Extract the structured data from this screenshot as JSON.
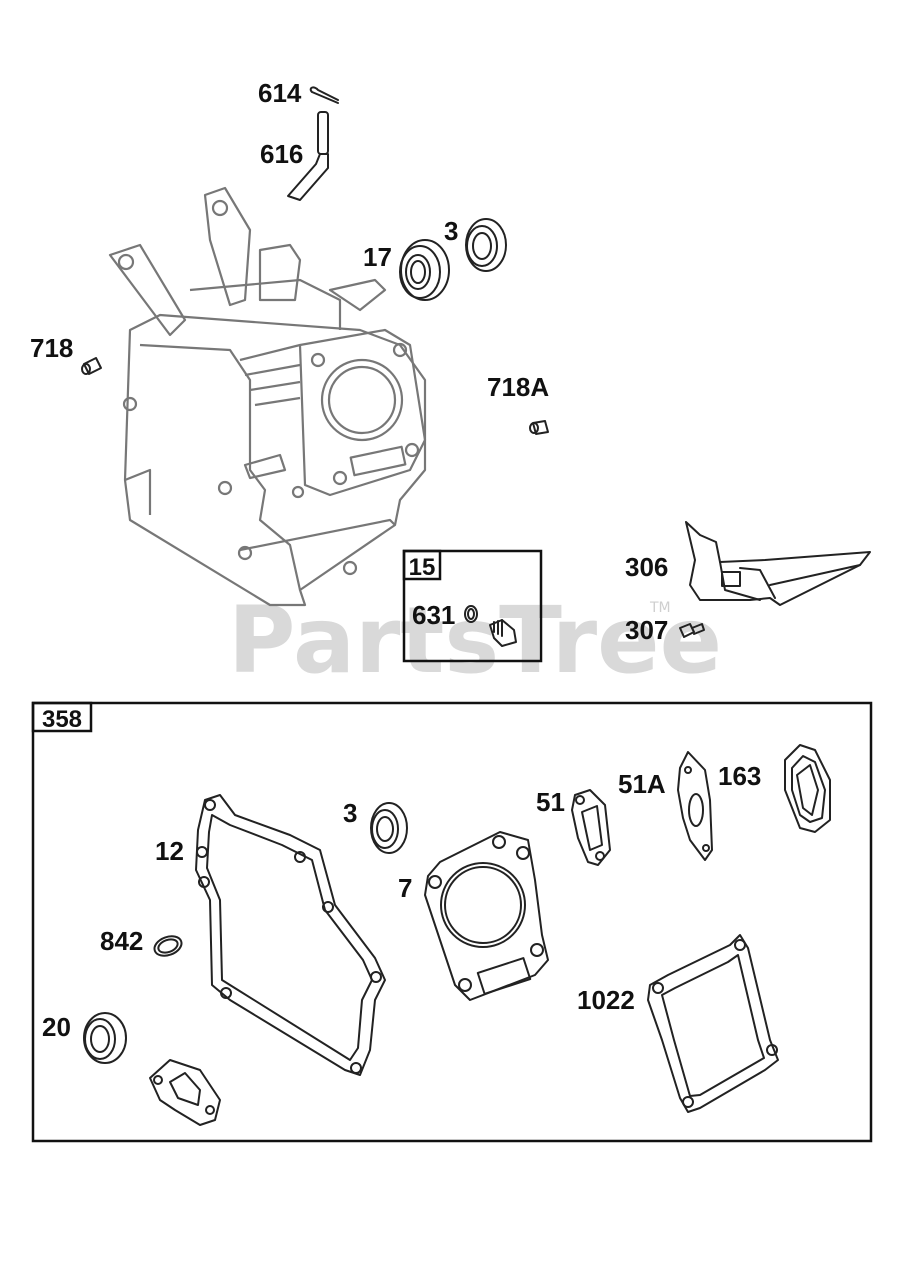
{
  "watermark": {
    "text": "PartsTree",
    "tm": "TM"
  },
  "callouts": [
    {
      "id": "614",
      "text": "614"
    },
    {
      "id": "616",
      "text": "616"
    },
    {
      "id": "3-top",
      "text": "3"
    },
    {
      "id": "17",
      "text": "17"
    },
    {
      "id": "718",
      "text": "718"
    },
    {
      "id": "718A",
      "text": "718A"
    },
    {
      "id": "306",
      "text": "306"
    },
    {
      "id": "307",
      "text": "307"
    },
    {
      "id": "631",
      "text": "631"
    },
    {
      "id": "3-kit",
      "text": "3"
    },
    {
      "id": "51",
      "text": "51"
    },
    {
      "id": "51A",
      "text": "51A"
    },
    {
      "id": "163",
      "text": "163"
    },
    {
      "id": "12",
      "text": "12"
    },
    {
      "id": "7",
      "text": "7"
    },
    {
      "id": "842",
      "text": "842"
    },
    {
      "id": "20",
      "text": "20"
    },
    {
      "id": "1022",
      "text": "1022"
    }
  ],
  "boxes": {
    "kit15": {
      "label": "15"
    },
    "kit358": {
      "label": "358"
    }
  }
}
